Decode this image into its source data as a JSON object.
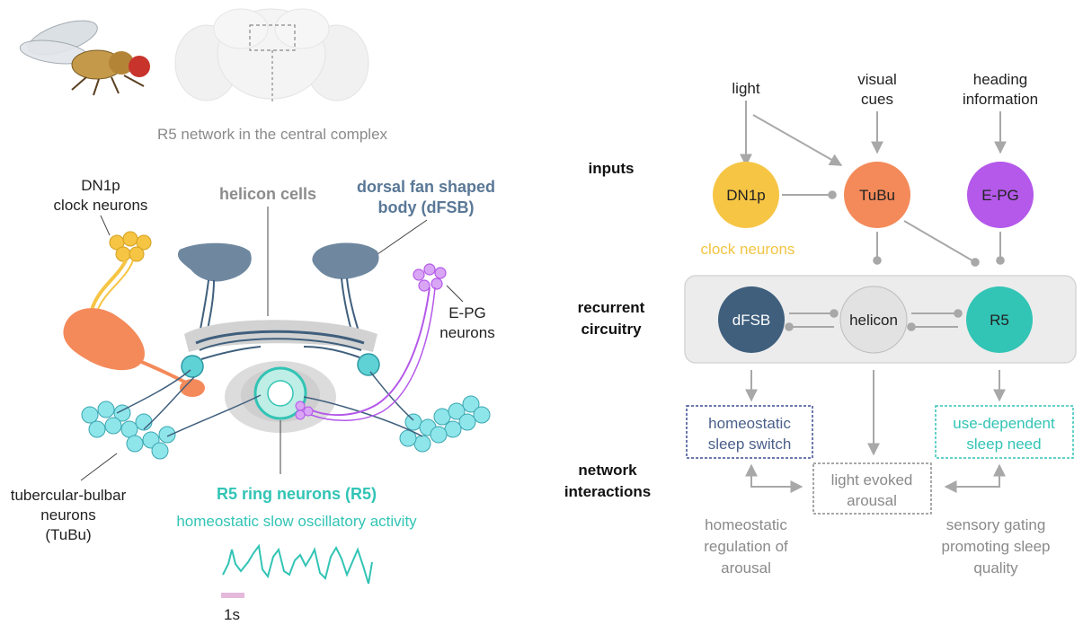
{
  "colors": {
    "dn1p": "#f6c544",
    "tubu": "#f48a5a",
    "epg": "#b459e9",
    "dfsb": "#3f5f7d",
    "helicon": "#e2e2e2",
    "r5": "#32c4b5",
    "dfsb_label": "#5a7896",
    "helicon_label": "#8c8c8c",
    "clock_label": "#f3c443",
    "switch_label": "#4a5f8a",
    "switch_border": "#3c4f92",
    "grey_text": "#8a8a8a",
    "arrow": "#a8a8a8"
  },
  "left": {
    "brain_caption": "R5 network in the central complex",
    "dn1p_label": [
      "DN1p",
      "clock neurons"
    ],
    "helicon_label": "helicon cells",
    "dfsb_label": [
      "dorsal fan shaped",
      "body (dFSB)"
    ],
    "epg_label": [
      "E-PG",
      "neurons"
    ],
    "tubu_label": [
      "tubercular-bulbar",
      "neurons",
      "(TuBu)"
    ],
    "r5_label": "R5 ring neurons (R5)",
    "activity_label": "homeostatic slow oscillatory activity",
    "scale_label": "1s"
  },
  "right": {
    "row_labels": {
      "inputs": "inputs",
      "recurrent": [
        "recurrent",
        "circuitry"
      ],
      "network": [
        "network",
        "interactions"
      ]
    },
    "inputs_text": {
      "light": "light",
      "visual": [
        "visual",
        "cues"
      ],
      "heading": [
        "heading",
        "information"
      ]
    },
    "nodes": {
      "dn1p": "DN1p",
      "tubu": "TuBu",
      "epg": "E-PG",
      "dfsb": "dFSB",
      "helicon": "helicon",
      "r5": "R5"
    },
    "clock_neurons": "clock neurons",
    "boxes": {
      "switch": [
        "homeostatic",
        "sleep switch"
      ],
      "arousal": [
        "light evoked",
        "arousal"
      ],
      "need": [
        "use-dependent",
        "sleep need"
      ]
    },
    "outcomes": {
      "regulation": [
        "homeostatic",
        "regulation of",
        "arousal"
      ],
      "gating": [
        "sensory gating",
        "promoting sleep",
        "quality"
      ]
    }
  }
}
